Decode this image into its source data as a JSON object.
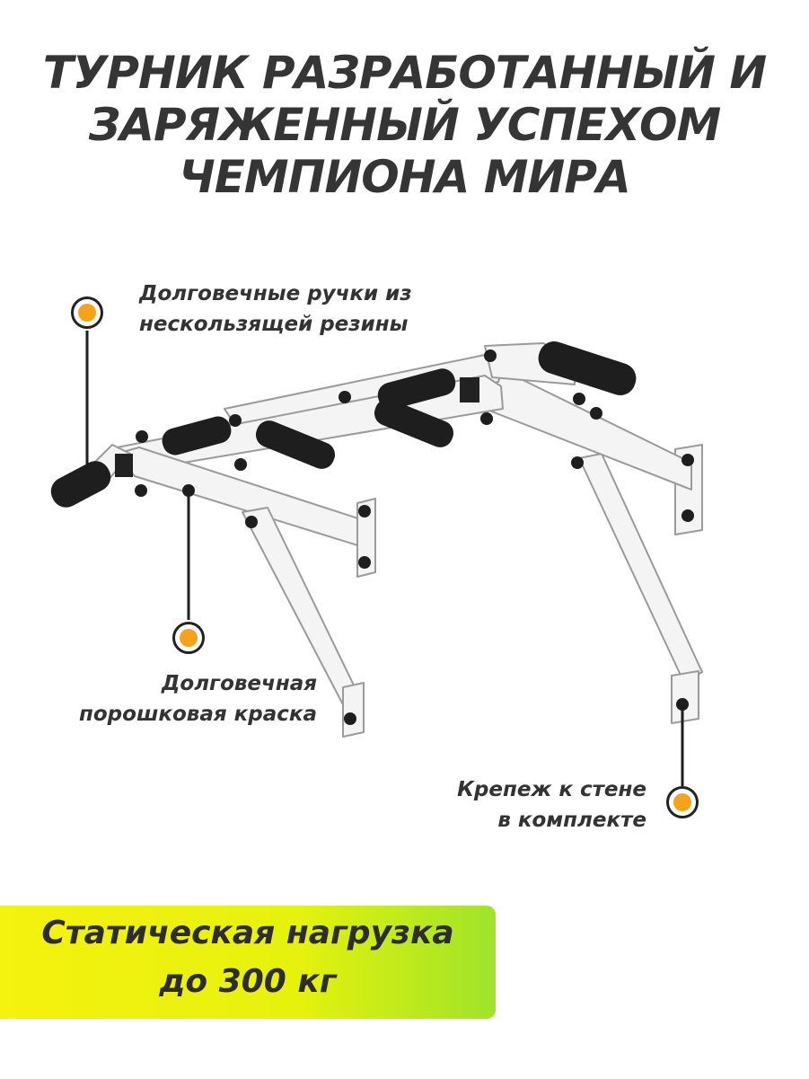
{
  "headline": {
    "line1": "ТУРНИК РАЗРАБОТАННЫЙ И",
    "line2": "ЗАРЯЖЕННЫЙ УСПЕХОМ",
    "line3": "ЧЕМПИОНА МИРА"
  },
  "callouts": {
    "grips": {
      "line1": "Долговечные ручки из",
      "line2": "нескользящей резины"
    },
    "paint": {
      "line1": "Долговечная",
      "line2": "порошковая краска"
    },
    "mount": {
      "line1": "Крепеж к стене",
      "line2": "в комплекте"
    }
  },
  "load_banner": {
    "line1": "Статическая нагрузка",
    "line2": "до 300 кг"
  },
  "colors": {
    "marker_fill": "#f7a21b",
    "frame": "#f2f2f2",
    "grip": "#1e1e1e",
    "banner_start": "#f4f20f",
    "banner_end": "#9fe32a"
  }
}
